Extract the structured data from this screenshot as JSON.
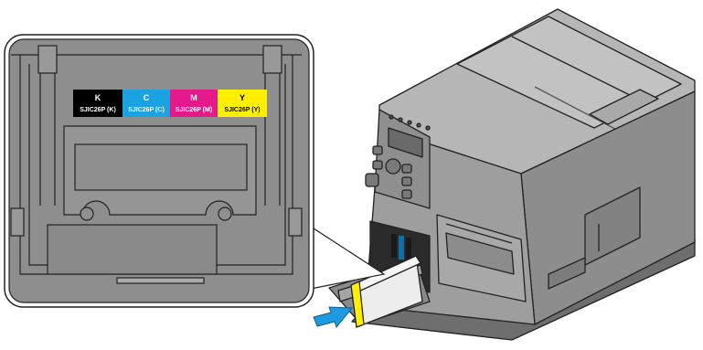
{
  "ink_cartridge_labels": [
    {
      "color_letter": "K",
      "model": "SJIC26P (K)",
      "band_color": "#000000",
      "text_color": "#ffffff"
    },
    {
      "color_letter": "C",
      "model": "SJIC26P (C)",
      "band_color": "#1aa3e0",
      "text_color": "#ffffff"
    },
    {
      "color_letter": "M",
      "model": "SJIC26P (M)",
      "band_color": "#e6198a",
      "text_color": "#ffffff"
    },
    {
      "color_letter": "Y",
      "model": "SJIC26P (Y)",
      "band_color": "#fff000",
      "text_color": "#000000"
    }
  ],
  "colors": {
    "printer_body": "#9a9a9a",
    "printer_top": "#b4b4b4",
    "printer_dark": "#7a7a7a",
    "callout_panel": "#8e8e8e",
    "insert_arrow": "#1e9be0",
    "cartridge_yellow": "#fff000"
  },
  "icons": [
    "insert-arrow-icon",
    "magnified-callout",
    "printer",
    "ink-cartridge"
  ]
}
